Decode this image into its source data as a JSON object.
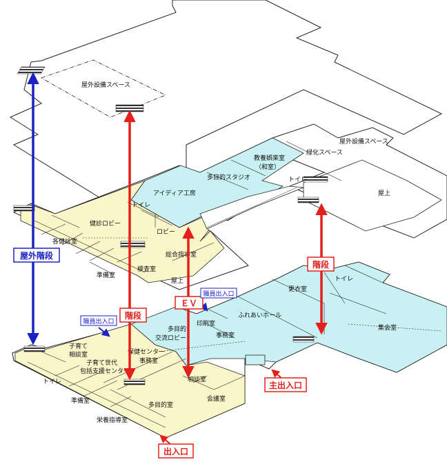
{
  "colors": {
    "yellow": "#fbf6c9",
    "cyan": "#c9f1f4",
    "white": "#ffffff",
    "line": "#222222",
    "red_arrow": "#e3201b",
    "blue_arrow": "#1b22c4",
    "stairs": "#333333"
  },
  "floor3": {
    "rooms": {
      "outdoor_equipment": "屋外設備スペース"
    }
  },
  "floor2": {
    "rooms": {
      "exam_lobby": "健診ロビー",
      "toilet": "トイレ",
      "clinics": "各健診室",
      "lobby": "ロビー",
      "general_guidance": "総合指導室",
      "prep": "準備室",
      "inspection": "検査室",
      "rooftop_left": "屋上",
      "idea_studio": "アイディア工房",
      "multipurpose_studio": "多目的スタジオ",
      "culture_room": "教養娯楽室",
      "culture_room_sub": "（和室）",
      "outdoor_equipment": "屋外設備スペース",
      "green_space": "緑化スペース",
      "toilet_right": "トイレ",
      "rooftop_right": "屋上"
    }
  },
  "floor1": {
    "rooms": {
      "childcare_consult_1": "子育て",
      "childcare_consult_2": "相談室",
      "childcare_support_1": "子育て世代",
      "childcare_support_2": "包括支援センター",
      "health_center_1": "保健センター",
      "health_center_2": "事務室",
      "toilet": "トイレ",
      "prep": "準備室",
      "nutrition": "栄養指導室",
      "multipurpose": "多目的室",
      "consult": "相談室",
      "meeting": "会議室",
      "exchange_lobby_1": "多目的",
      "exchange_lobby_2": "交流ロビー",
      "print": "印刷室",
      "office": "事務室",
      "hall": "ふれあいホール",
      "changing": "更衣室",
      "toilet_right": "トイレ",
      "assembly": "集会室"
    }
  },
  "labels": {
    "outdoor_stairs": "屋外階段",
    "stairs_center": "階段",
    "stairs_right": "階段",
    "ev": "ＥＶ",
    "staff_entrance_left": "職員出入口",
    "staff_entrance_right": "職員出入口",
    "main_entrance": "主出入口",
    "entrance": "出入口"
  }
}
